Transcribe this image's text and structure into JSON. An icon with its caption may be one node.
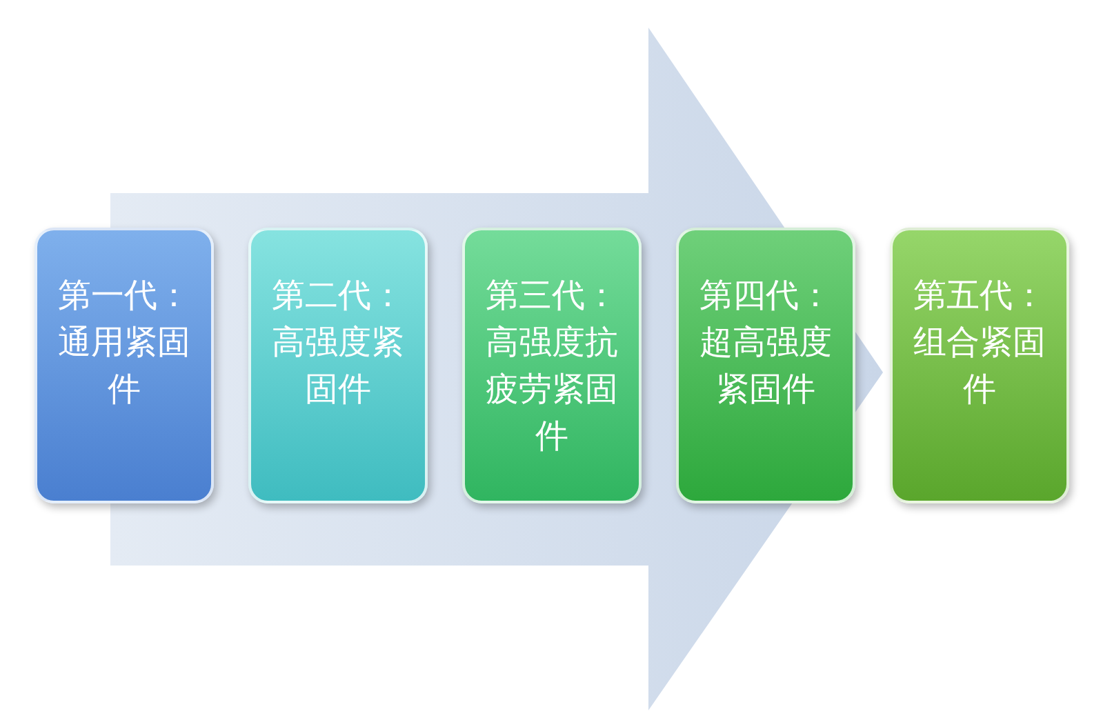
{
  "diagram": {
    "nodes": [
      {
        "text": [
          "第一代：通用紧固件"
        ]
      },
      {
        "text": [
          "第二代：高强度紧固件"
        ]
      },
      {
        "text": [
          "第三代：高强度抗疲劳紧固件"
        ]
      },
      {
        "text": [
          "第四代：超高强度紧固件"
        ]
      },
      {
        "text": [
          "第五代：组合紧固件"
        ]
      }
    ],
    "edges": [
      {
        "from": 0,
        "to": 4,
        "arrow": "to"
      }
    ]
  }
}
